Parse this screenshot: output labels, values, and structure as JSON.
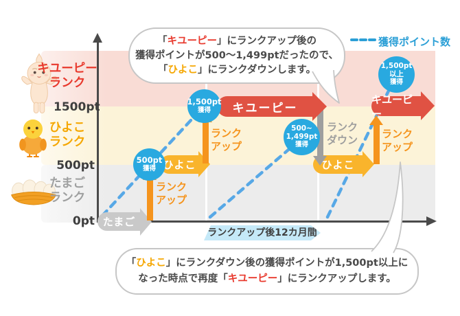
{
  "legend": {
    "label": "獲得ポイント数"
  },
  "axis": {
    "y_labels": {
      "top": "1500pt",
      "mid": "500pt",
      "zero": "0pt"
    },
    "period_label": "ランクアップ後12カ月間"
  },
  "ranks": {
    "kewpie": {
      "l1": "キユーピー",
      "l2": "ランク"
    },
    "hiyoko": {
      "l1": "ひよこ",
      "l2": "ランク"
    },
    "tamago": {
      "l1": "たまご",
      "l2": "ランク"
    }
  },
  "stages": {
    "tamago": "たまご",
    "hiyoko": "ひよこ",
    "kewpie": "キユーピー"
  },
  "transitions": {
    "up": {
      "l1": "ランク",
      "l2": "アップ"
    },
    "down": {
      "l1": "ランク",
      "l2": "ダウン"
    }
  },
  "circles": {
    "c500": {
      "l1": "500pt",
      "l2": "獲得"
    },
    "c1500": {
      "l1": "1,500pt",
      "l2": "獲得"
    },
    "c_range": {
      "l1": "500~",
      "l2": "1,499pt",
      "l3": "獲得"
    },
    "c1500plus": {
      "l1": "1,500pt",
      "l2": "以上",
      "l3": "獲得"
    }
  },
  "bubbles": {
    "top": {
      "t1_pre": "「",
      "t1_rank": "キユーピー",
      "t1_post": "」にランクアップ後の",
      "t2": "獲得ポイントが500〜1,499ptだったので、",
      "t3_pre": "「",
      "t3_rank": "ひよこ",
      "t3_post": "」にランクダウンします。"
    },
    "bottom": {
      "l1_pre": "「",
      "l1_rank": "ひよこ",
      "l1_post": "」にランクダウン後の獲得ポイントが1,500pt以上に",
      "l2_pre": "なった時点で再度「",
      "l2_rank": "キユーピー",
      "l2_post": "」にランクアップします。"
    }
  },
  "colors": {
    "kewpie_arrow_red": "#e05243",
    "rank_text_red": "#e8392d",
    "hiyoko_arrow_yellow": "#f9b42c",
    "rank_text_yellow": "#f5a702",
    "rankup_orange": "#f5941d",
    "tamago_arrow_gray": "#c9c9c9",
    "rankdown_gray": "#9e9e9e",
    "point_circle_blue": "#29a9e0",
    "dash_blue": "#57a8e6",
    "band_pink": "#f9dcd5",
    "band_cream": "#fcf3d8",
    "band_gray": "#ececec",
    "period_band_blue": "#c5e9f8"
  }
}
